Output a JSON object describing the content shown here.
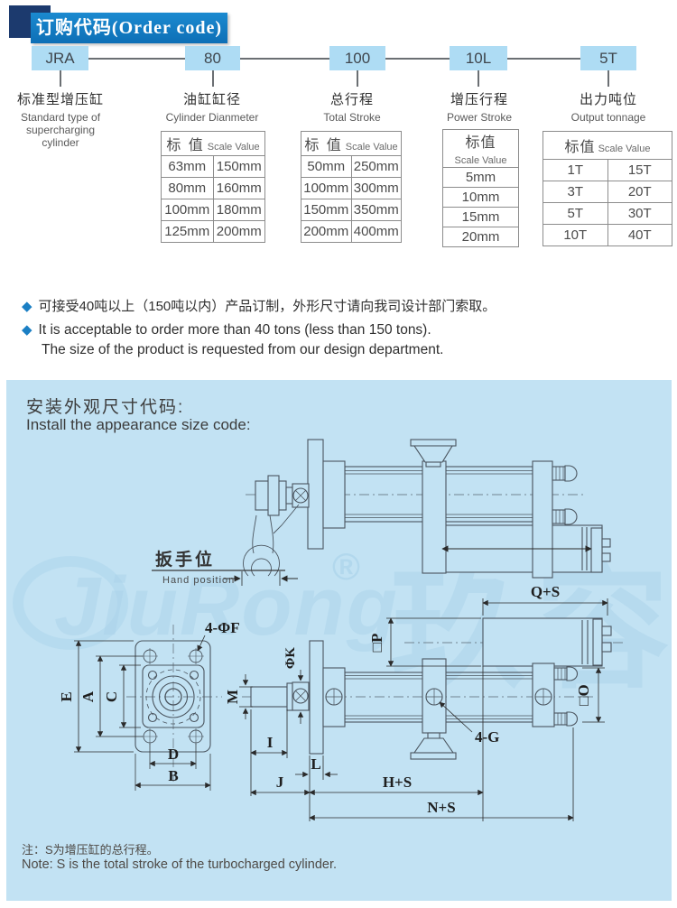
{
  "header": {
    "title": "订购代码(Order code)"
  },
  "order_code": {
    "segments": [
      {
        "code": "JRA",
        "label_zh": "标准型增压缸",
        "label_en": "Standard type of supercharging cylinder"
      },
      {
        "code": "80",
        "label_zh": "油缸缸径",
        "label_en": "Cylinder Dianmeter"
      },
      {
        "code": "100",
        "label_zh": "总行程",
        "label_en": "Total Stroke"
      },
      {
        "code": "10L",
        "label_zh": "增压行程",
        "label_en": "Power Stroke"
      },
      {
        "code": "5T",
        "label_zh": "出力吨位",
        "label_en": "Output tonnage"
      }
    ],
    "tables": [
      {
        "header_zh": "标 值",
        "header_en": "Scale Value",
        "rows": [
          [
            "63mm",
            "150mm"
          ],
          [
            "80mm",
            "160mm"
          ],
          [
            "100mm",
            "180mm"
          ],
          [
            "125mm",
            "200mm"
          ]
        ]
      },
      {
        "header_zh": "标 值",
        "header_en": "Scale Value",
        "rows": [
          [
            "50mm",
            "250mm"
          ],
          [
            "100mm",
            "300mm"
          ],
          [
            "150mm",
            "350mm"
          ],
          [
            "200mm",
            "400mm"
          ]
        ]
      },
      {
        "header_zh": "标值",
        "header_en": "Scale Value",
        "rows": [
          [
            "5mm"
          ],
          [
            "10mm"
          ],
          [
            "15mm"
          ],
          [
            "20mm"
          ]
        ]
      },
      {
        "header_zh": "标值",
        "header_en": "Scale Value",
        "rows": [
          [
            "1T",
            "15T"
          ],
          [
            "3T",
            "20T"
          ],
          [
            "5T",
            "30T"
          ],
          [
            "10T",
            "40T"
          ]
        ]
      }
    ]
  },
  "notes": {
    "bullet_zh": "可接受40吨以上（150吨以内）产品订制，外形尺寸请向我司设计部门索取。",
    "bullet_en_1": "It is acceptable to order more than 40 tons (less than 150 tons).",
    "bullet_en_2": "The size of the product is requested from our design department."
  },
  "diagram": {
    "title_zh": "安装外观尺寸代码:",
    "title_en": "Install the appearance size code:",
    "hand_position_zh": "扳手位",
    "hand_position_en": "Hand position",
    "note_zh": "注：S为增压缸的总行程。",
    "note_en": "Note: S is the total stroke of the turbocharged cylinder.",
    "labels": {
      "qs": "Q+S",
      "p": "□P",
      "phiK": "ΦK",
      "m": "M",
      "o": "□O",
      "g": "4-G",
      "f": "4-ΦF",
      "i": "I",
      "l": "L",
      "j": "J",
      "hs": "H+S",
      "ns": "N+S",
      "e": "E",
      "a": "A",
      "c": "C",
      "d": "D",
      "b": "B"
    },
    "watermark": {
      "brand": "JiuRong",
      "reg": "®",
      "zh": "玖容"
    }
  },
  "colors": {
    "banner": "#1280c4",
    "navy": "#1c3a6e",
    "code_box": "#aedcf4",
    "panel": "#c2e2f3",
    "line": "#4b555f",
    "accent": "#1b7fc4"
  }
}
